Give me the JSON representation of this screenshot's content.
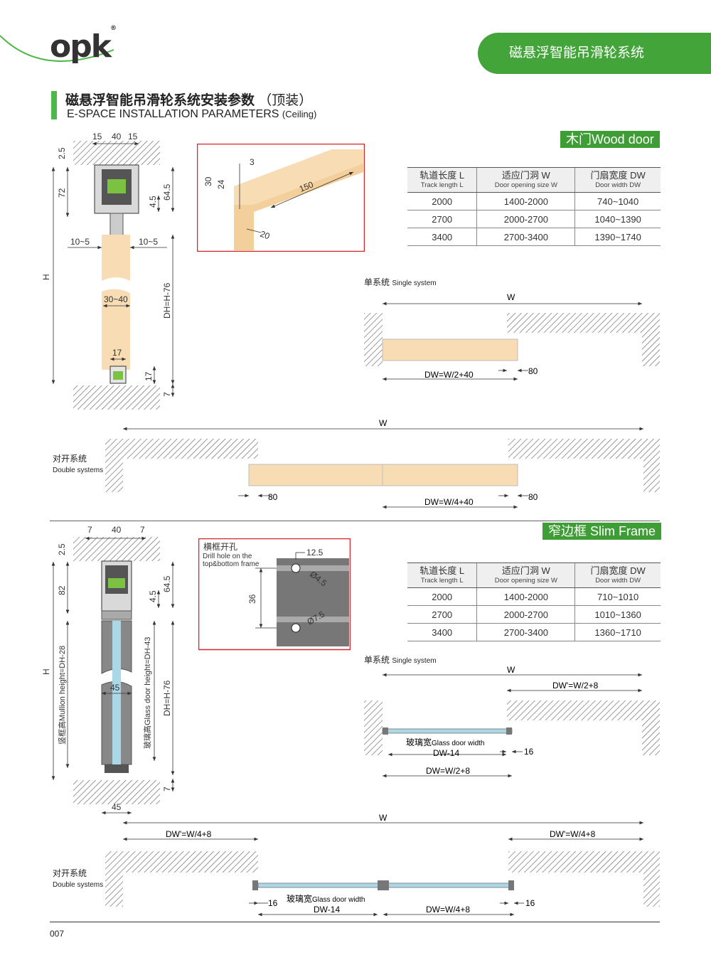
{
  "brand": {
    "logo_text": "opk",
    "logo_mark": "®",
    "accent": "#43a43a"
  },
  "banner": {
    "label": "磁悬浮智能吊滑轮系统"
  },
  "heading": {
    "title_cn": "磁悬浮智能吊滑轮系统安装参数",
    "title_cn_paren": "（顶装）",
    "title_en": "E-SPACE INSTALLATION PARAMETERS",
    "title_en_paren": "(Ceiling)"
  },
  "wood": {
    "tag": "木门Wood door",
    "table": {
      "headers": [
        {
          "cn": "轨道长度 L",
          "en": "Track length L"
        },
        {
          "cn": "适应门洞 W",
          "en": "Door opening size W"
        },
        {
          "cn": "门扇宽度 DW",
          "en": "Door width DW"
        }
      ],
      "rows": [
        [
          "2000",
          "1400-2000",
          "740~1040"
        ],
        [
          "2700",
          "2000-2700",
          "1040~1390"
        ],
        [
          "3400",
          "2700-3400",
          "1390~1740"
        ]
      ]
    },
    "section_dims": {
      "d15a": "15",
      "d40": "40",
      "d15b": "15",
      "d25": "2.5",
      "d72": "72",
      "d45": "4.5",
      "d645": "64.5",
      "d105a": "10~5",
      "d105b": "10~5",
      "h": "H",
      "d3040": "30~40",
      "dh": "DH=H-76",
      "d17a": "17",
      "d17b": "17",
      "d7": "7"
    },
    "detail_dims": {
      "d3": "3",
      "d30": "30",
      "d24": "24",
      "d150": "150",
      "d20": "20"
    },
    "single": {
      "label_cn": "单系统",
      "label_en": "Single system",
      "w": "W",
      "dw": "DW=W/2+40",
      "d80": "80"
    },
    "double": {
      "label_cn": "对开系统",
      "label_en": "Double systems",
      "w": "W",
      "d80a": "80",
      "dw": "DW=W/4+40",
      "d80b": "80"
    }
  },
  "slim": {
    "tag": "窄边框 Slim Frame",
    "table": {
      "headers": [
        {
          "cn": "轨道长度 L",
          "en": "Track length L"
        },
        {
          "cn": "适应门洞 W",
          "en": "Door opening size W"
        },
        {
          "cn": "门扇宽度 DW",
          "en": "Door width DW"
        }
      ],
      "rows": [
        [
          "2000",
          "1400-2000",
          "710~1010"
        ],
        [
          "2700",
          "2000-2700",
          "1010~1360"
        ],
        [
          "3400",
          "2700-3400",
          "1360~1710"
        ]
      ]
    },
    "section_dims": {
      "d7a": "7",
      "d40": "40",
      "d7b": "7",
      "d25": "2.5",
      "d82": "82",
      "d45": "4.5",
      "d645": "64.5",
      "h": "H",
      "mullion": "竖框高Mullion height=DH-28",
      "glass": "玻璃高Glass door height=DH-43",
      "dh": "DH=H-76",
      "d45b": "45",
      "d7": "7",
      "d45c": "45"
    },
    "drill": {
      "cn": "横框开孔",
      "en": "Drill hole on the top&bottom frame",
      "d125": "12.5",
      "d36": "36",
      "phi45": "Ø4.5",
      "phi75": "Ø7.5"
    },
    "single": {
      "label_cn": "单系统",
      "label_en": "Single system",
      "w": "W",
      "dwp": "DW'=W/2+8",
      "glass_cn": "玻璃宽",
      "glass_en": "Glass door width",
      "glass_dim": "DW-14",
      "d16": "16",
      "dw": "DW=W/2+8"
    },
    "double": {
      "label_cn": "对开系统",
      "label_en": "Double systems",
      "w": "W",
      "dwp_l": "DW'=W/4+8",
      "dwp_r": "DW'=W/4+8",
      "d16a": "16",
      "glass_cn": "玻璃宽",
      "glass_en": "Glass door width",
      "glass_dim": "DW-14",
      "dw": "DW=W/4+8",
      "d16b": "16"
    }
  },
  "page": {
    "number": "007"
  }
}
